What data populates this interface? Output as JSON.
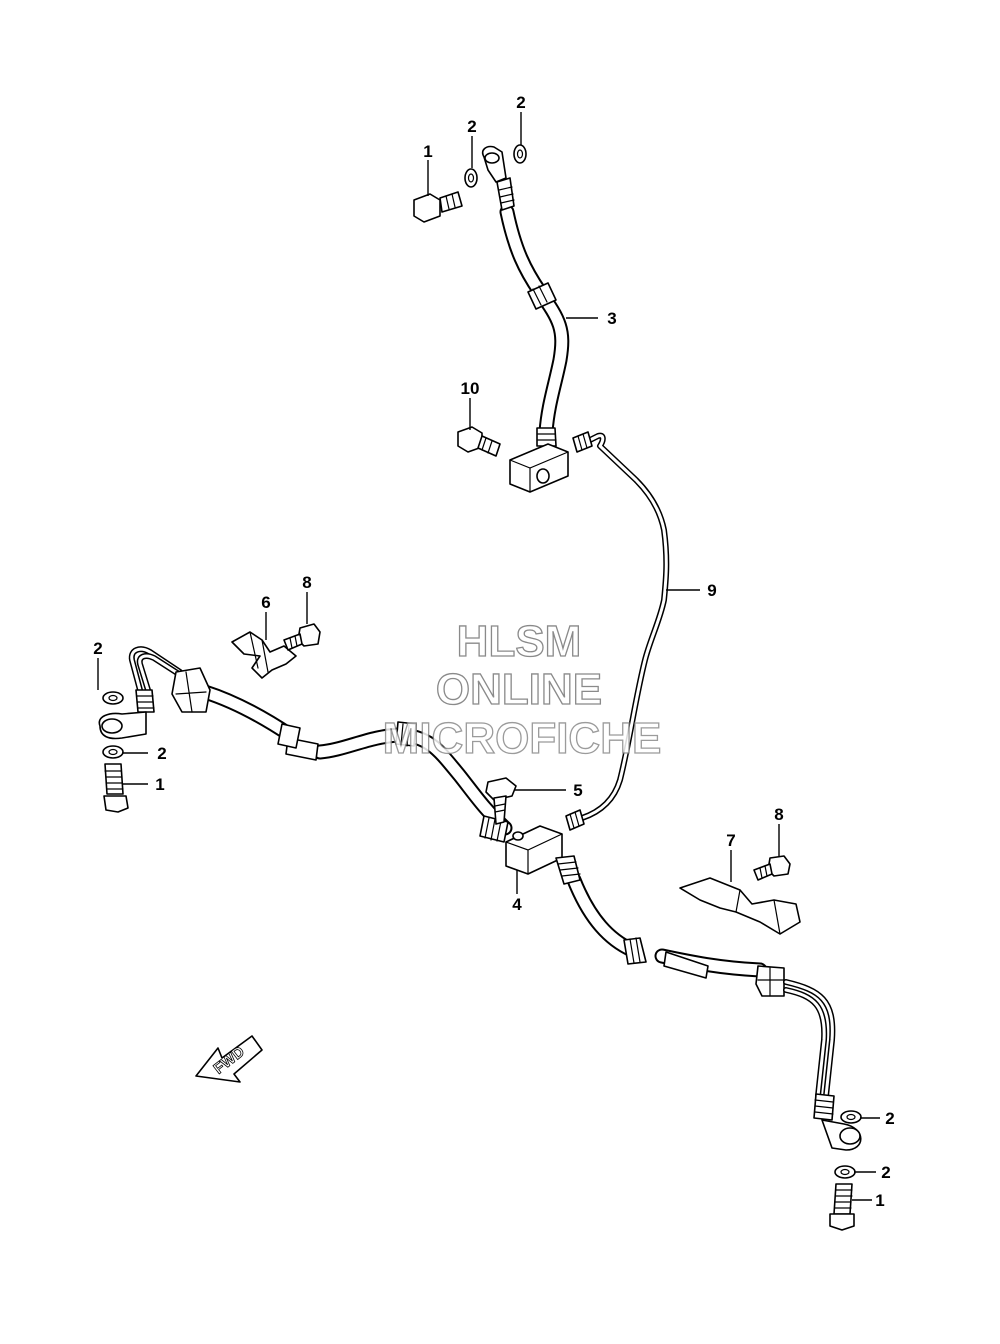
{
  "watermark": {
    "line1": "HLSM",
    "line2": "ONLINE",
    "line3": "MICROFICHE",
    "color": "#8a8a8a"
  },
  "direction_arrow": {
    "label": "FWD"
  },
  "callouts": {
    "top_bolt": "1",
    "top_washer_a": "2",
    "top_washer_b": "2",
    "front_hose": "3",
    "clamp_bolt_10": "10",
    "brake_pipe": "9",
    "clamp_6": "6",
    "bolt_8_left": "8",
    "left_washer_top": "2",
    "left_washer_bottom": "2",
    "left_bolt": "1",
    "bolt_5": "5",
    "joint_4": "4",
    "clamp_7": "7",
    "bolt_8_right": "8",
    "right_washer_top": "2",
    "right_washer_bottom": "2",
    "right_bolt": "1"
  }
}
